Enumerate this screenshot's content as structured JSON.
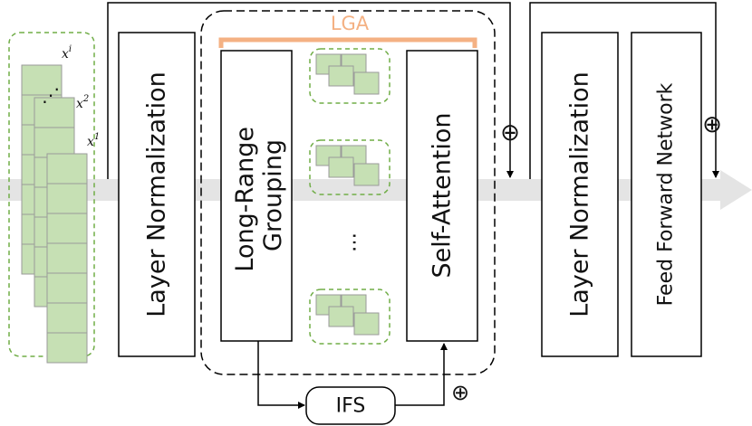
{
  "colors": {
    "stroke": "#000000",
    "token_fill": "#c6e0b4",
    "token_stroke": "#9a9a9a",
    "green_dash": "#70ad47",
    "lga_accent": "#f4b183",
    "flow_arrow": "#e4e4e4"
  },
  "input_tokens": {
    "labels": [
      {
        "base": "x",
        "sup": "i"
      },
      {
        "base": "x",
        "sup": "2"
      },
      {
        "base": "x",
        "sup": "1"
      }
    ],
    "ellipsis": "⋰"
  },
  "blocks": {
    "layer_norm_1": "Layer Normalization",
    "long_range_grouping": [
      "Long-Range",
      "Grouping"
    ],
    "self_attention": "Self-Attention",
    "layer_norm_2": "Layer Normalization",
    "feed_forward": "Feed Forward Network",
    "ifs": "IFS"
  },
  "lga": {
    "label": "LGA",
    "group_ellipsis": "…"
  },
  "symbols": {
    "add": "⊕"
  }
}
